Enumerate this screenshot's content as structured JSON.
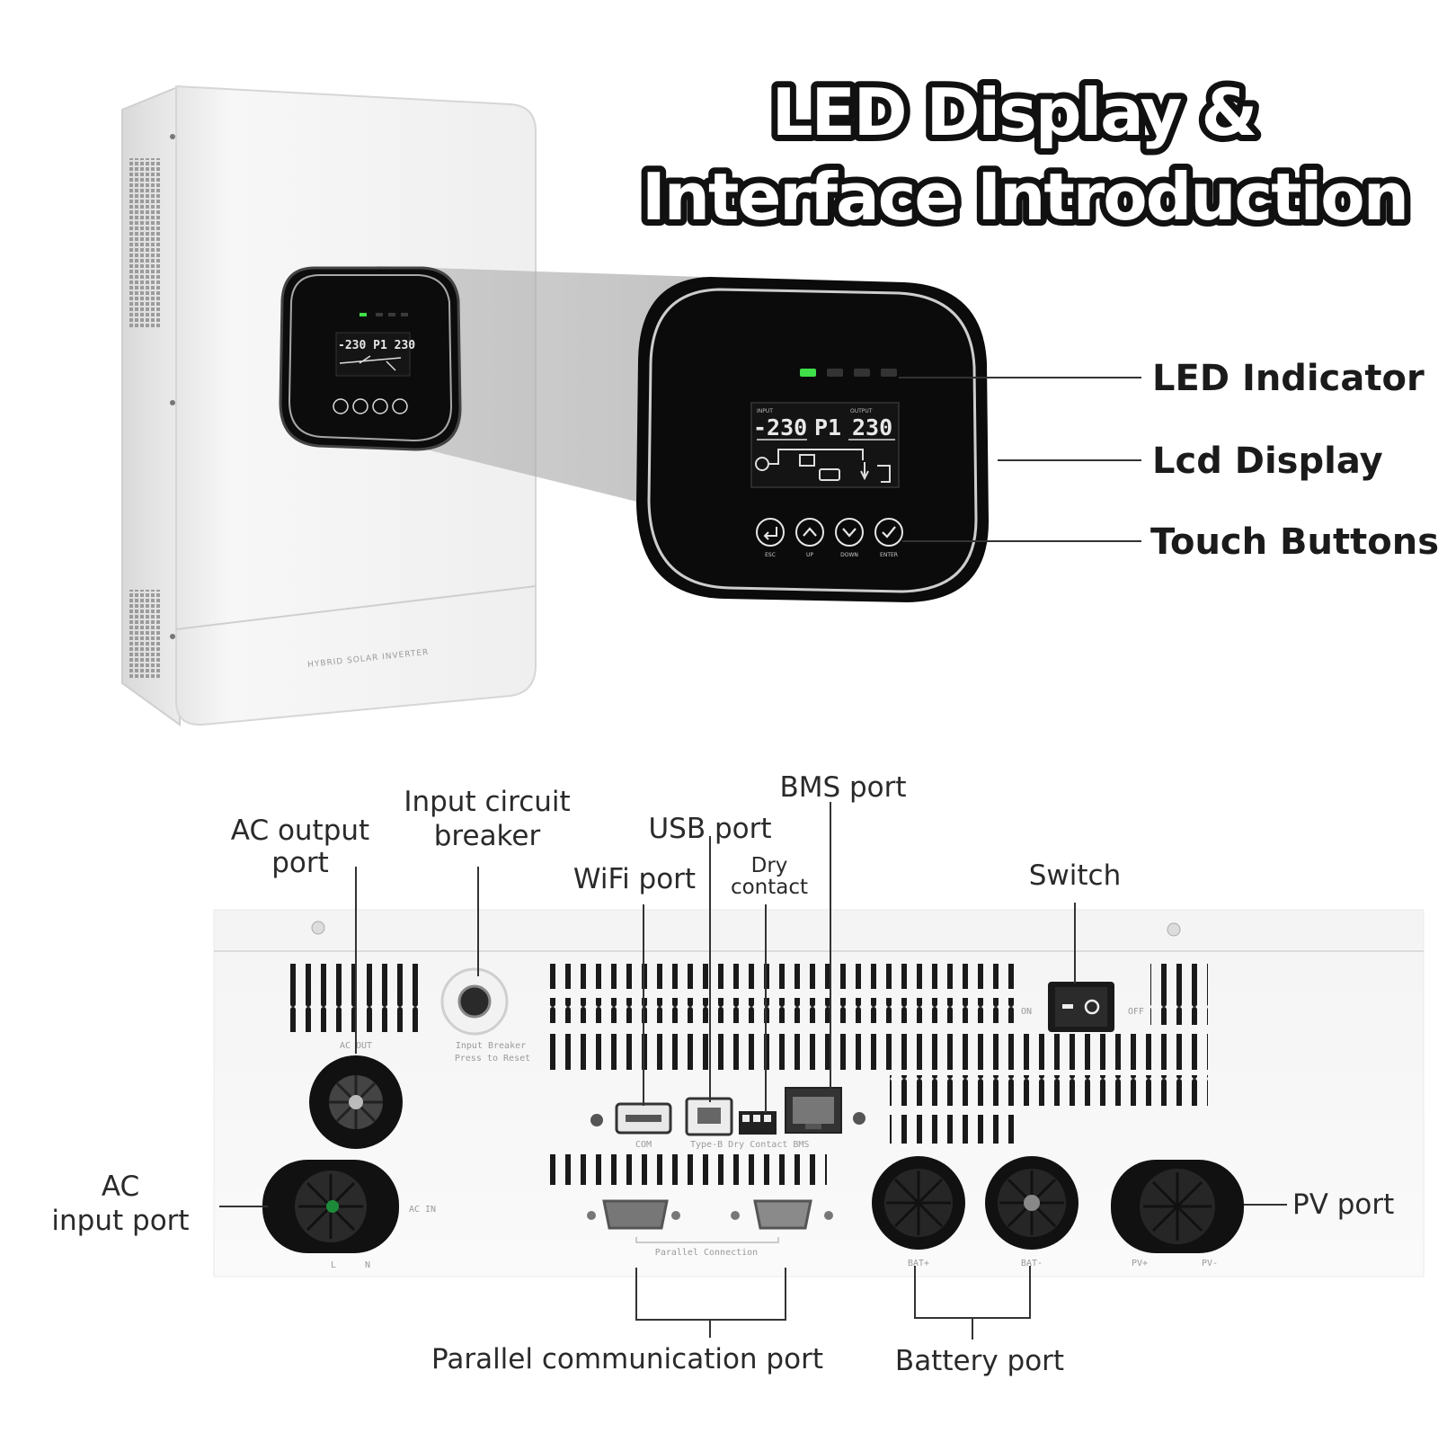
{
  "title": {
    "line1": "LED Display &",
    "line2": "Interface Introduction"
  },
  "front_callouts": {
    "led_indicator": "LED Indicator",
    "lcd_display": "Lcd Display",
    "touch_buttons": "Touch Buttons"
  },
  "lcd": {
    "input_value": "-230",
    "mode": "P1",
    "output_value": "230",
    "input_caption": "INPUT",
    "output_caption": "OUTPUT"
  },
  "buttons": [
    "ESC",
    "UP",
    "DOWN",
    "ENTER"
  ],
  "device_front_text": "HYBRID SOLAR INVERTER",
  "port_labels": {
    "ac_output": [
      "AC output",
      "port"
    ],
    "input_breaker": [
      "Input circuit",
      "breaker"
    ],
    "usb": "USB port",
    "bms": "BMS port",
    "wifi": "WiFi port",
    "dry_contact": [
      "Dry",
      "contact"
    ],
    "switch": "Switch",
    "ac_input": [
      "AC",
      "input port"
    ],
    "pv": "PV port",
    "parallel": "Parallel communication port",
    "battery": "Battery port"
  },
  "panel_markings": {
    "ac_out": "AC OUT",
    "breaker": [
      "Input Breaker",
      "Press to Reset"
    ],
    "on": "ON",
    "off": "OFF",
    "ac_in": "AC IN",
    "l": "L",
    "n": "N",
    "com": "COM",
    "port_row": "Type-B  Dry Contact     BMS",
    "parallel": "Parallel Connection",
    "bat_plus": "BAT+",
    "bat_minus": "BAT-",
    "pv_plus": "PV+",
    "pv_minus": "PV-"
  },
  "colors": {
    "led_on": "#3fe04a",
    "bezel": "#0c0c0c",
    "case": "#f3f3f3"
  }
}
